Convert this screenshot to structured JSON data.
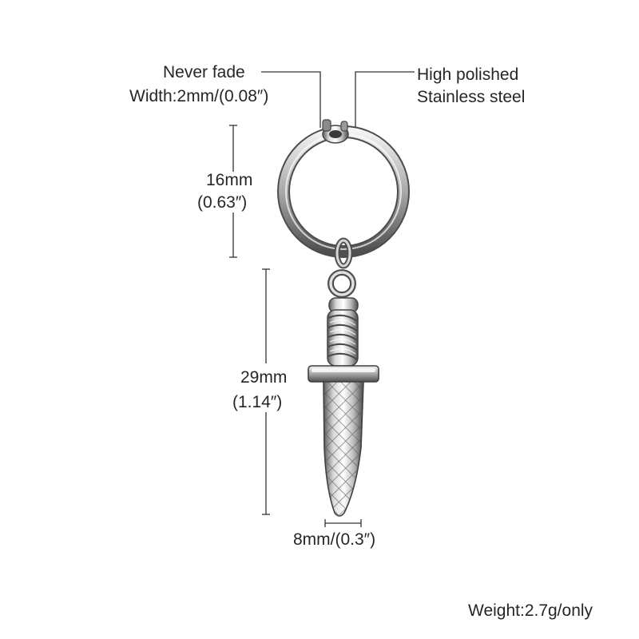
{
  "callouts": {
    "left_line1": "Never fade",
    "left_line2": "Width:2mm/(0.08″)",
    "right_line1": "High polished",
    "right_line2": "Stainless steel"
  },
  "dimensions": {
    "hoop_mm": "16mm",
    "hoop_in": "(0.63″)",
    "dagger_mm": "29mm",
    "dagger_in": "(1.14″)",
    "width": "8mm/(0.3″)"
  },
  "weight": "Weight:2.7g/only",
  "colors": {
    "background": "#ffffff",
    "line": "#333333",
    "metal_light": "#f2f2f2",
    "metal_mid": "#b8b8b8",
    "metal_dark": "#555555"
  }
}
